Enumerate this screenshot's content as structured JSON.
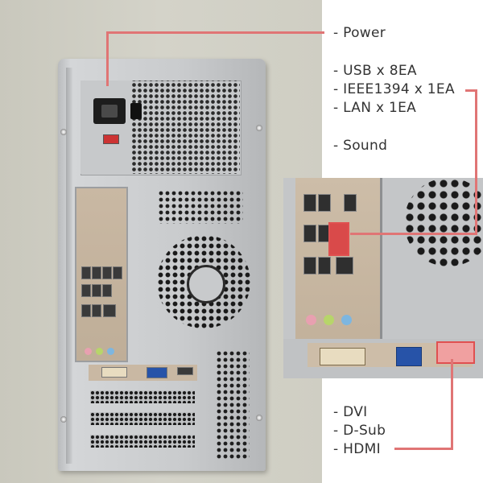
{
  "labels": {
    "power": "- Power",
    "usb": "- USB x 8EA",
    "ieee1394": "- IEEE1394 x 1EA",
    "lan": "- LAN x 1EA",
    "sound": "- Sound",
    "dvi": "- DVI",
    "dsub": "- D-Sub",
    "hdmi": "- HDMI"
  },
  "colors": {
    "callout": "#e07575",
    "text": "#333333"
  }
}
